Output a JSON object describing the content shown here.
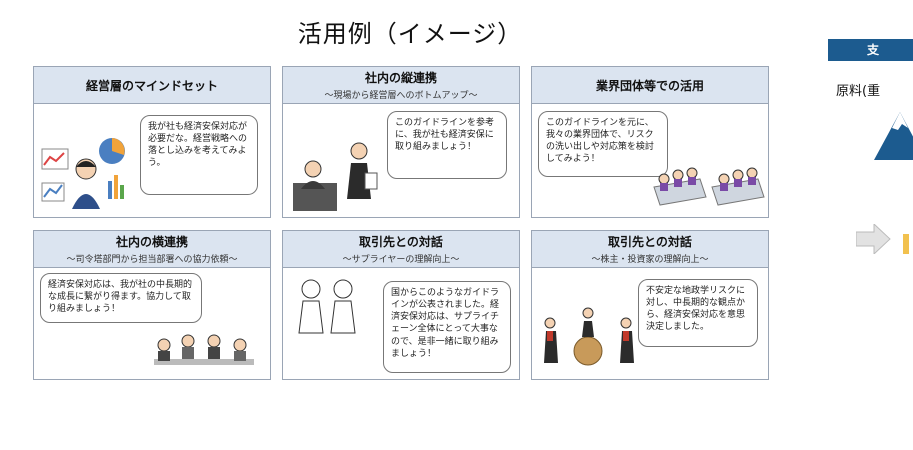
{
  "page_title": "活用例（イメージ）",
  "cards": [
    {
      "title": "経営層のマインドセット",
      "subtitle": "",
      "bubble": "我が社も経済安保対応が必要だな。経営戦略への落とし込みを考えてみよう。"
    },
    {
      "title": "社内の縦連携",
      "subtitle": "〜現場から経営層へのボトムアップ〜",
      "bubble": "このガイドラインを参考に、我が社も経済安保に取り組みましょう！"
    },
    {
      "title": "業界団体等での活用",
      "subtitle": "",
      "bubble": "このガイドラインを元に、我々の業界団体で、リスクの洗い出しや対応策を検討してみよう！"
    },
    {
      "title": "社内の横連携",
      "subtitle": "〜司令塔部門から担当部署への協力依頼〜",
      "bubble": "経済安保対応は、我が社の中長期的な成長に繋がり得ます。協力して取り組みましょう！"
    },
    {
      "title": "取引先との対話",
      "subtitle": "〜サプライヤーの理解向上〜",
      "bubble": "国からこのようなガイドラインが公表されました。経済安保対応は、サプライチェーン全体にとって大事なので、是非一緒に取り組みましょう！"
    },
    {
      "title": "取引先との対話",
      "subtitle": "〜株主・投資家の理解向上〜",
      "bubble": "不安定な地政学リスクに対し、中長期的な観点から、経済安保対応を意思決定しました。"
    }
  ],
  "side_panel": {
    "band_text": "支",
    "text": "原料(重"
  },
  "colors": {
    "card_header": "#dbe4f0",
    "card_border": "#9aa5b5",
    "side_band": "#1c5b8f"
  }
}
